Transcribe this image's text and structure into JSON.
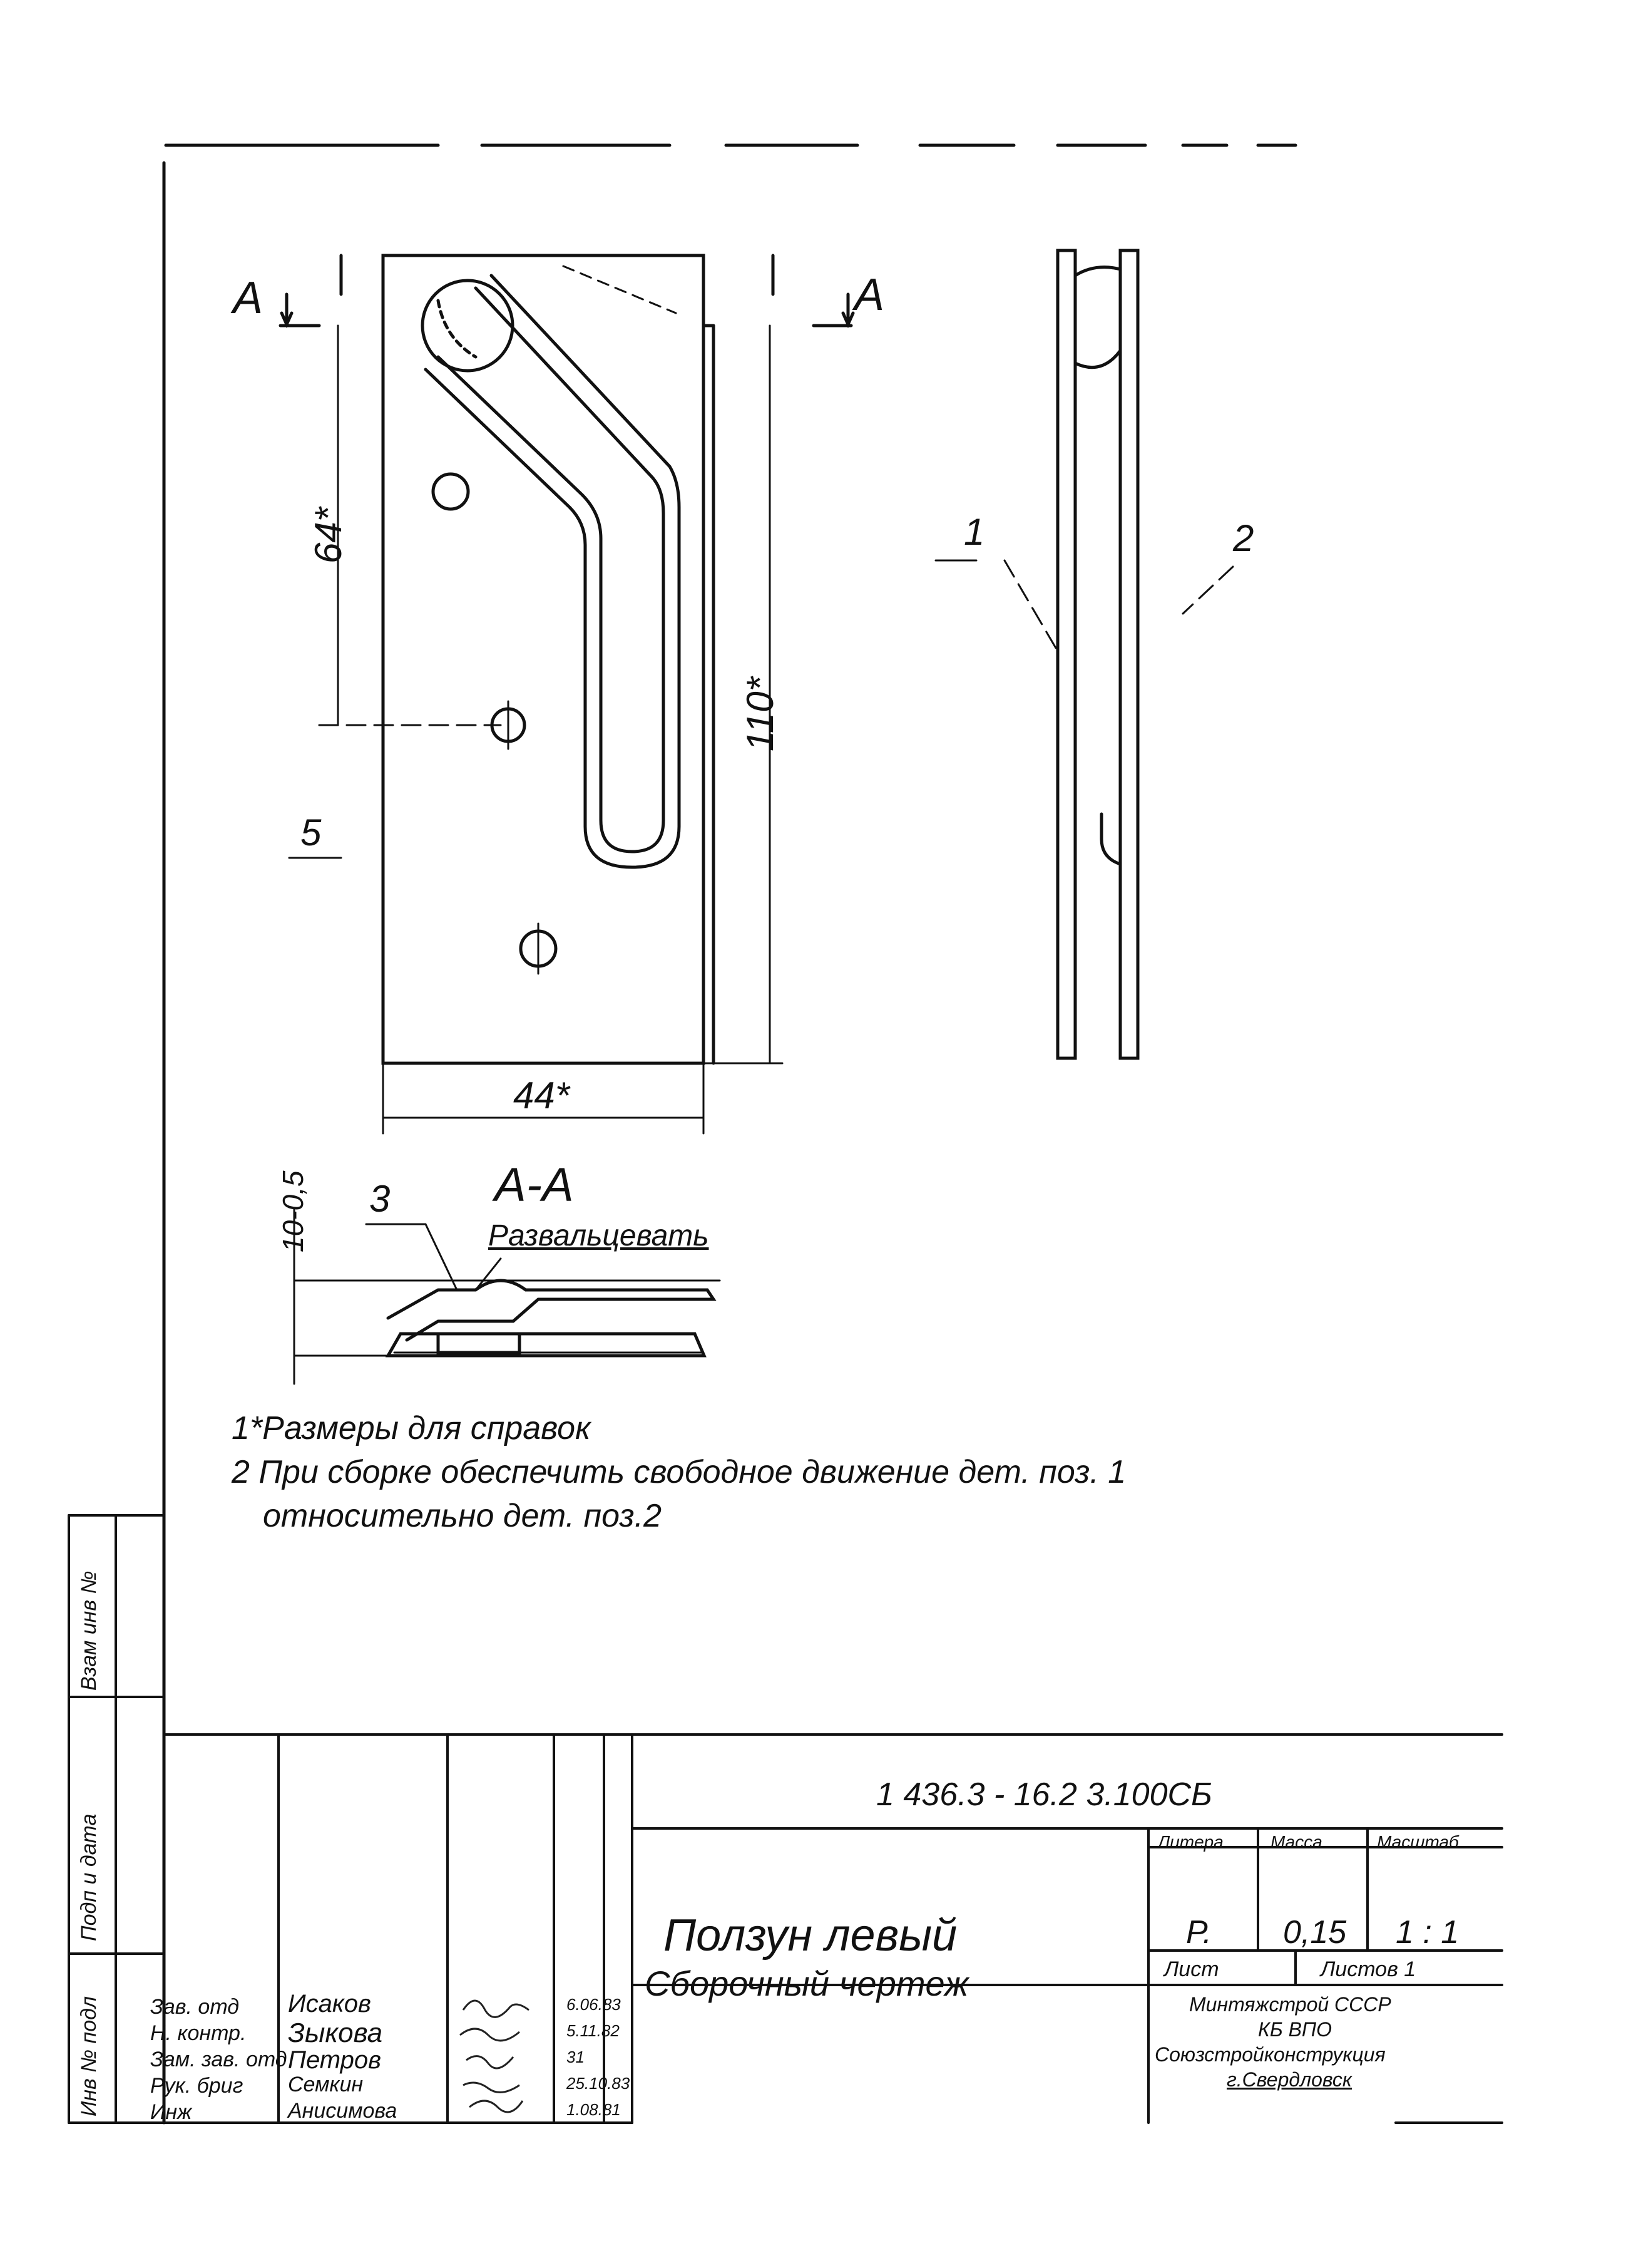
{
  "drawing": {
    "section_mark_left": "А",
    "section_mark_right": "А",
    "dim_64": "64*",
    "dim_110": "110*",
    "dim_44": "44*",
    "callout_1": "1",
    "callout_2": "2",
    "callout_3": "3",
    "callout_5": "5",
    "section_title": "А-А",
    "dim_thickness": "10-0,5",
    "note_flare": "Развальцевать"
  },
  "notes": {
    "line1": "1*Размеры для  справок",
    "line2": "2 При  сборке обеспечить свободное  движение  дет. поз. 1",
    "line3": "относительно дет. поз.2"
  },
  "side_strip": {
    "inv_orig": "Инв № подл",
    "sign_date": "Подп и дата",
    "inv_dup": "Взам инв №"
  },
  "title_block": {
    "designation": "1 436.3 - 16.2  3.100СБ",
    "name_line1": "Ползун  левый",
    "name_line2": "Сборочный  чертеж",
    "col_letter": "Литера",
    "col_mass": "Масса",
    "col_scale": "Масштаб",
    "letter": "Р.",
    "mass": "0,15",
    "scale": "1 : 1",
    "sheet": "Лист",
    "sheets": "Листов 1",
    "org1": "Минтяжстрой СССР",
    "org2": "КБ  ВПО",
    "org3": "Союзстройконструкция",
    "org4": "г.Свердловск",
    "roles": [
      "Зав. отд",
      "Н. контр.",
      "Зам. зав. отд",
      "Рук. бриг",
      "Инж"
    ],
    "names": [
      "Исаков",
      "Зыкова",
      "Петров",
      "Семкин",
      "Анисимова"
    ],
    "dates": [
      "6.06.83",
      "5.11.82",
      "31",
      "25.10.83",
      "1.08.81"
    ]
  }
}
